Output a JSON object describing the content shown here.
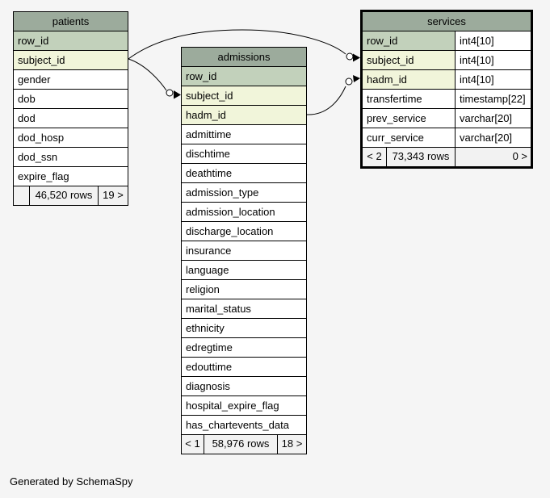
{
  "page": {
    "generated_by": "Generated by SchemaSpy"
  },
  "colors": {
    "page_bg": "#f5f5f5",
    "header_bg": "#9cab9c",
    "primary_key_bg": "#c2d1bb",
    "indexed_bg": "#f1f5da",
    "cell_bg": "#ffffff",
    "footer_bg": "#f2f2f2",
    "border": "#000000"
  },
  "tables": [
    {
      "name": "patients",
      "columns": [
        {
          "name": "row_id",
          "highlight": "primary-key"
        },
        {
          "name": "subject_id",
          "highlight": "indexed"
        },
        {
          "name": "gender",
          "highlight": "none"
        },
        {
          "name": "dob",
          "highlight": "none"
        },
        {
          "name": "dod",
          "highlight": "none"
        },
        {
          "name": "dod_hosp",
          "highlight": "none"
        },
        {
          "name": "dod_ssn",
          "highlight": "none"
        },
        {
          "name": "expire_flag",
          "highlight": "none"
        }
      ],
      "footer": {
        "parents": "",
        "rows": "46,520 rows",
        "children": "19 >"
      }
    },
    {
      "name": "admissions",
      "columns": [
        {
          "name": "row_id",
          "highlight": "primary-key"
        },
        {
          "name": "subject_id",
          "highlight": "indexed"
        },
        {
          "name": "hadm_id",
          "highlight": "indexed"
        },
        {
          "name": "admittime",
          "highlight": "none"
        },
        {
          "name": "dischtime",
          "highlight": "none"
        },
        {
          "name": "deathtime",
          "highlight": "none"
        },
        {
          "name": "admission_type",
          "highlight": "none"
        },
        {
          "name": "admission_location",
          "highlight": "none"
        },
        {
          "name": "discharge_location",
          "highlight": "none"
        },
        {
          "name": "insurance",
          "highlight": "none"
        },
        {
          "name": "language",
          "highlight": "none"
        },
        {
          "name": "religion",
          "highlight": "none"
        },
        {
          "name": "marital_status",
          "highlight": "none"
        },
        {
          "name": "ethnicity",
          "highlight": "none"
        },
        {
          "name": "edregtime",
          "highlight": "none"
        },
        {
          "name": "edouttime",
          "highlight": "none"
        },
        {
          "name": "diagnosis",
          "highlight": "none"
        },
        {
          "name": "hospital_expire_flag",
          "highlight": "none"
        },
        {
          "name": "has_chartevents_data",
          "highlight": "none"
        }
      ],
      "footer": {
        "parents": "< 1",
        "rows": "58,976 rows",
        "children": "18 >"
      }
    },
    {
      "name": "services",
      "columns": [
        {
          "name": "row_id",
          "type": "int4[10]",
          "highlight": "primary-key"
        },
        {
          "name": "subject_id",
          "type": "int4[10]",
          "highlight": "indexed"
        },
        {
          "name": "hadm_id",
          "type": "int4[10]",
          "highlight": "indexed"
        },
        {
          "name": "transfertime",
          "type": "timestamp[22]",
          "highlight": "none"
        },
        {
          "name": "prev_service",
          "type": "varchar[20]",
          "highlight": "none"
        },
        {
          "name": "curr_service",
          "type": "varchar[20]",
          "highlight": "none"
        }
      ],
      "footer": {
        "parents": "< 2",
        "rows": "73,343 rows",
        "children": "0 >"
      }
    }
  ],
  "relationships": [
    {
      "from": "patients.subject_id",
      "to": "admissions.subject_id"
    },
    {
      "from": "patients.subject_id",
      "to": "services.subject_id"
    },
    {
      "from": "admissions.hadm_id",
      "to": "services.hadm_id"
    }
  ]
}
